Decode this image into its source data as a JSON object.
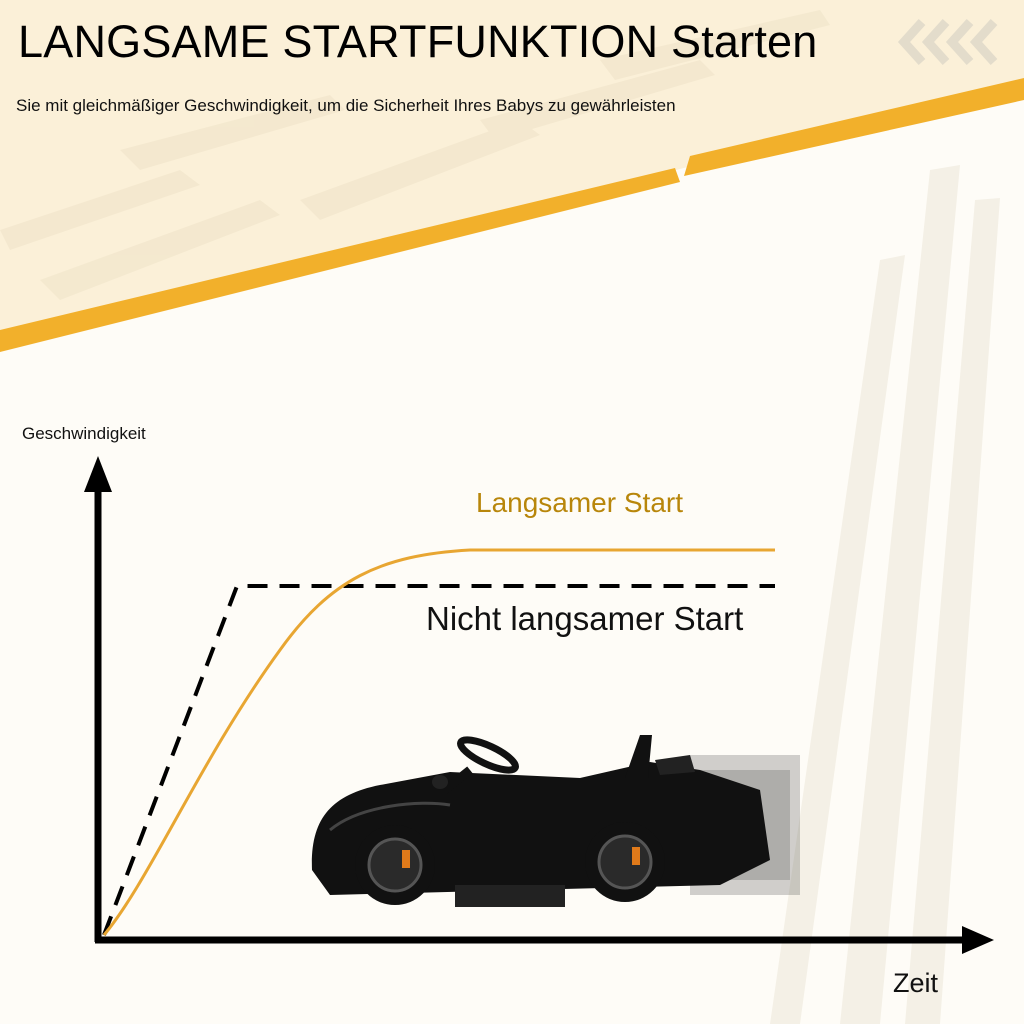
{
  "header": {
    "title": "LANGSAME STARTFUNKTION Starten",
    "subtitle": "Sie mit gleichmäßiger Geschwindigkeit, um die Sicherheit Ihres Babys zu gewährleisten"
  },
  "diagram": {
    "y_axis_label": "Geschwindigkeit",
    "x_axis_label": "Zeit",
    "curves": [
      {
        "label": "Langsamer Start",
        "style": "solid",
        "color": "#e8a632",
        "label_color": "#b8860b"
      },
      {
        "label": "Nicht langsamer Start",
        "style": "dashed",
        "color": "#000000"
      }
    ]
  },
  "decor": {
    "accent_color": "#f2b02b",
    "chevron_icon": "chevron-left-icon",
    "car_icon": "ride-on-car-icon"
  }
}
